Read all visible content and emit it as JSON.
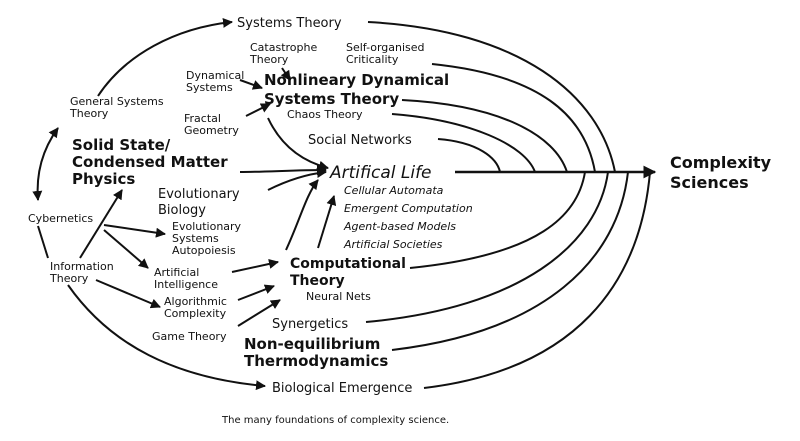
{
  "nodes": {
    "systems_theory": "Systems Theory",
    "catastrophe_1": "Catastrophe",
    "catastrophe_2": "Theory",
    "soc_1": "Self-organised",
    "soc_2": "Criticality",
    "dynamical_1": "Dynamical",
    "dynamical_2": "Systems",
    "nds_1": "Nonlineary Dynamical",
    "nds_2": "Systems Theory",
    "general_systems_1": "General Systems",
    "general_systems_2": "Theory",
    "fractal_1": "Fractal",
    "fractal_2": "Geometry",
    "chaos": "Chaos Theory",
    "social_networks": "Social Networks",
    "solid_state_1": "Solid State/",
    "solid_state_2": "Condensed Matter",
    "solid_state_3": "Physics",
    "artificial_life": "Artifical Life",
    "cellular_automata": "Cellular Automata",
    "emergent_computation": "Emergent Computation",
    "agent_models": "Agent-based Models",
    "artificial_societies": "Artificial Societies",
    "evo_bio_1": "Evolutionary",
    "evo_bio_2": "Biology",
    "evo_sys_1": "Evolutionary",
    "evo_sys_2": "Systems",
    "autopoiesis": "Autopoiesis",
    "cybernetics": "Cybernetics",
    "info_1": "Information",
    "info_2": "Theory",
    "ai_1": "Artificial",
    "ai_2": "Intelligence",
    "comp_theory_1": "Computational",
    "comp_theory_2": "Theory",
    "neural_nets": "Neural Nets",
    "algo_1": "Algorithmic",
    "algo_2": "Complexity",
    "game_theory": "Game Theory",
    "synergetics": "Synergetics",
    "noneq_1": "Non-equilibrium",
    "noneq_2": "Thermodynamics",
    "bio_emergence": "Biological Emergence",
    "complexity_1": "Complexity",
    "complexity_2": "Sciences"
  },
  "caption": "The many foundations of complexity science."
}
